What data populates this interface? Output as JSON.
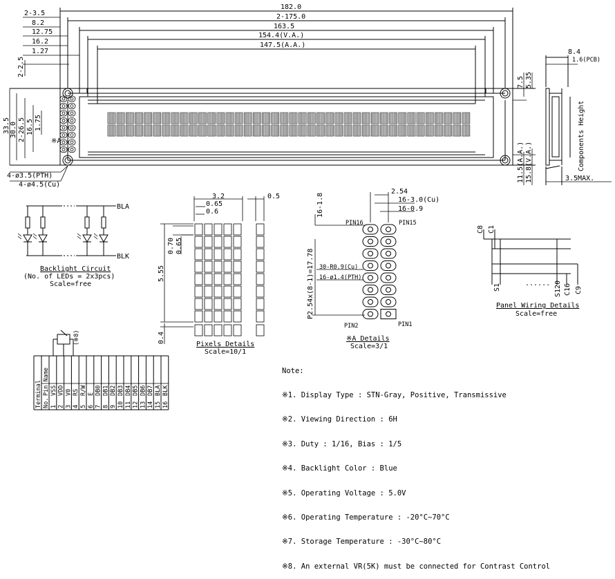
{
  "dimensions": {
    "top": [
      "182.0",
      "2-3.5",
      "2-175.0",
      "8.2",
      "163.5",
      "12.75",
      "154.4(V.A.)",
      "16.2",
      "147.5(A.A.)",
      "1.27"
    ],
    "left": [
      "2-2.5",
      "33.5",
      "30.0",
      "2-26.5",
      "16.5",
      "1.75"
    ],
    "mount_holes": [
      "4-ø3.5(PTH)",
      "4-ø4.5(Cu)"
    ],
    "right": [
      "7.5",
      "5.35",
      "11.5(A.A.)",
      "15.8(V.A.)"
    ],
    "side": [
      "8.4",
      "1.6(PCB)",
      "Components Height",
      "3.5MAX."
    ],
    "marker_a": "※A"
  },
  "backlight": {
    "bla": "BLA",
    "blk": "BLK",
    "title": "Backlight Circuit",
    "subtitle": "(No. of LEDs = 2x3pcs)",
    "scale": "Scale=free"
  },
  "pixels": {
    "dims": [
      "3.2",
      "0.65",
      "0.6",
      "0.5",
      "0.70",
      "0.65",
      "5.55",
      "0.4"
    ],
    "title": "Pixels Details",
    "scale": "Scale=10/1"
  },
  "a_details": {
    "dims": [
      "2.54",
      "16-3.0(Cu)",
      "16-0.9",
      "16-1.8",
      "30-R0.9(Cu)",
      "16-ø1.4(PTH)",
      "P2.54x(8-1)=17.78"
    ],
    "pins": [
      "PIN16",
      "PIN15",
      "PIN2",
      "PIN1"
    ],
    "title": "※A Details",
    "scale": "Scale=3/1"
  },
  "panel_wiring": {
    "commons": [
      "C8",
      "C1",
      "C16",
      "C9"
    ],
    "segments": [
      "S1",
      "......",
      "S120"
    ],
    "title": "Panel Wiring Details",
    "scale": "Scale=free"
  },
  "pin_table": {
    "header_terminal": "Terminal",
    "header_no": "No.",
    "header_name": "Pin Name",
    "vr_mark": "(※8)",
    "rows": [
      {
        "no": "1",
        "name": "VSS"
      },
      {
        "no": "2",
        "name": "VDD"
      },
      {
        "no": "3",
        "name": "V0"
      },
      {
        "no": "4",
        "name": "RS"
      },
      {
        "no": "5",
        "name": "R/W"
      },
      {
        "no": "6",
        "name": "E"
      },
      {
        "no": "7",
        "name": "DB0"
      },
      {
        "no": "8",
        "name": "DB1"
      },
      {
        "no": "9",
        "name": "DB2"
      },
      {
        "no": "10",
        "name": "DB3"
      },
      {
        "no": "11",
        "name": "DB4"
      },
      {
        "no": "12",
        "name": "DB5"
      },
      {
        "no": "13",
        "name": "DB6"
      },
      {
        "no": "14",
        "name": "DB7"
      },
      {
        "no": "15",
        "name": "BLA"
      },
      {
        "no": "16",
        "name": "BLK"
      }
    ]
  },
  "notes": {
    "title": "Note:",
    "items": [
      "※1. Display Type : STN-Gray, Positive, Transmissive",
      "※2. Viewing Direction : 6H",
      "※3. Duty : 1/16, Bias : 1/5",
      "※4. Backlight Color : Blue",
      "※5. Operating Voltage : 5.0V",
      "※6. Operating Temperature : -20°C~70°C",
      "※7. Storage Temperature : -30°C~80°C",
      "※8. An external VR(5K) must be connected for Contrast Control"
    ]
  }
}
